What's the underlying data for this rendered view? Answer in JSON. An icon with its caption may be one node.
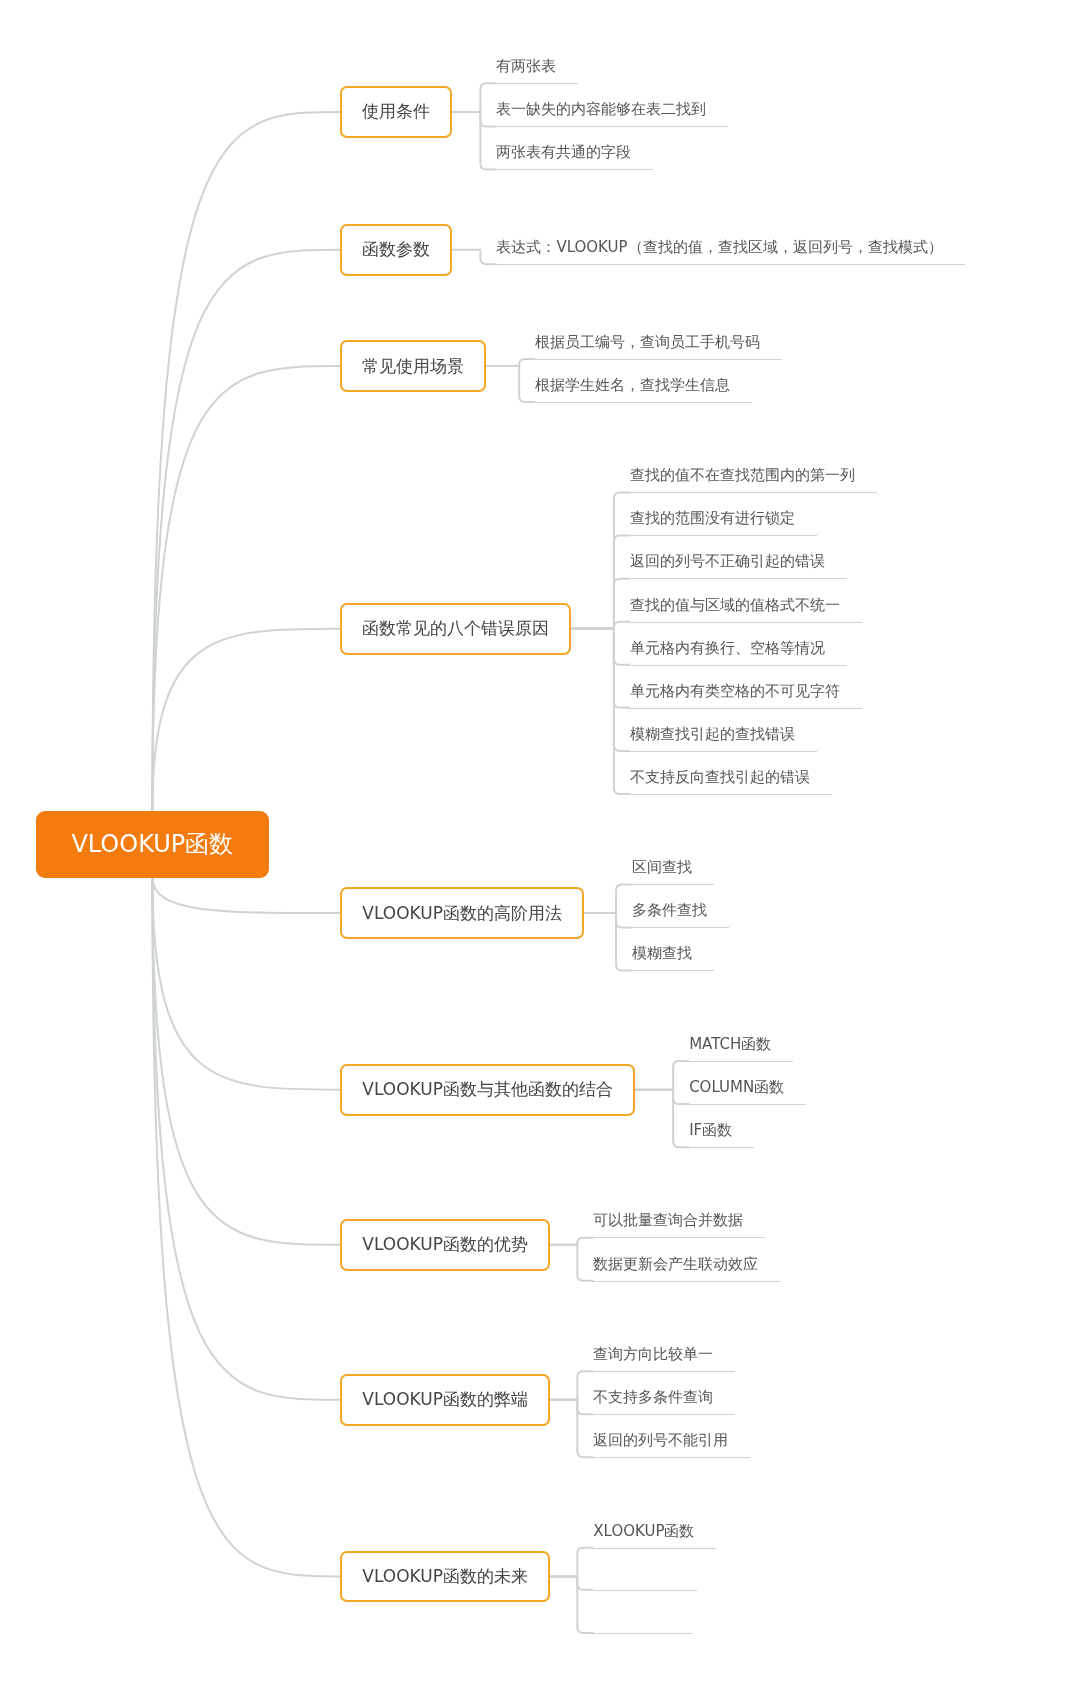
{
  "diagram": {
    "nodes": [
      {
        "text": [
          "VLOOKUP函数"
        ]
      },
      {
        "text": [
          "使用条件"
        ]
      },
      {
        "text": [
          "有两张表"
        ]
      },
      {
        "text": [
          "表一缺失的内容能够在表二找到"
        ]
      },
      {
        "text": [
          "两张表有共通的字段"
        ]
      },
      {
        "text": [
          "函数参数"
        ]
      },
      {
        "text": [
          "表达式：VLOOKUP（查找的值，查找区域，返回列号，查找模式）"
        ]
      },
      {
        "text": [
          "常见使用场景"
        ]
      },
      {
        "text": [
          "根据员工编号，查询员工手机号码"
        ]
      },
      {
        "text": [
          "根据学生姓名，查找学生信息"
        ]
      },
      {
        "text": [
          "函数常见的八个错误原因"
        ]
      },
      {
        "text": [
          "查找的值不在查找范围内的第一列"
        ]
      },
      {
        "text": [
          "查找的范围没有进行锁定"
        ]
      },
      {
        "text": [
          "返回的列号不正确引起的错误"
        ]
      },
      {
        "text": [
          "查找的值与区域的值格式不统一"
        ]
      },
      {
        "text": [
          "单元格内有换行、空格等情况"
        ]
      },
      {
        "text": [
          "单元格内有类空格的不可见字符"
        ]
      },
      {
        "text": [
          "模糊查找引起的查找错误"
        ]
      },
      {
        "text": [
          "不支持反向查找引起的错误"
        ]
      },
      {
        "text": [
          "VLOOKUP函数的高阶用法"
        ]
      },
      {
        "text": [
          "区间查找"
        ]
      },
      {
        "text": [
          "多条件查找"
        ]
      },
      {
        "text": [
          "模糊查找"
        ]
      },
      {
        "text": [
          "VLOOKUP函数与其他函数的结合"
        ]
      },
      {
        "text": [
          "MATCH函数"
        ]
      },
      {
        "text": [
          "COLUMN函数"
        ]
      },
      {
        "text": [
          "IF函数"
        ]
      },
      {
        "text": [
          "VLOOKUP函数的优势"
        ]
      },
      {
        "text": [
          "可以批量查询合并数据"
        ]
      },
      {
        "text": [
          "数据更新会产生联动效应"
        ]
      },
      {
        "text": [
          "VLOOKUP函数的弊端"
        ]
      },
      {
        "text": [
          "查询方向比较单一"
        ]
      },
      {
        "text": [
          "不支持多条件查询"
        ]
      },
      {
        "text": [
          "返回的列号不能引用"
        ]
      },
      {
        "text": [
          "VLOOKUP函数的未来"
        ]
      },
      {
        "text": [
          "XLOOKUP函数"
        ]
      },
      {
        "text": [],
        "shape": "bar"
      },
      {
        "text": [],
        "shape": "bar"
      }
    ],
    "edges": [
      {
        "from": 0,
        "to": 1,
        "arrow": "none"
      },
      {
        "from": 1,
        "to": 2,
        "arrow": "none"
      },
      {
        "from": 1,
        "to": 3,
        "arrow": "none"
      },
      {
        "from": 1,
        "to": 4,
        "arrow": "none"
      },
      {
        "from": 0,
        "to": 5,
        "arrow": "none"
      },
      {
        "from": 5,
        "to": 6,
        "arrow": "none"
      },
      {
        "from": 0,
        "to": 7,
        "arrow": "none"
      },
      {
        "from": 7,
        "to": 8,
        "arrow": "none"
      },
      {
        "from": 7,
        "to": 9,
        "arrow": "none"
      },
      {
        "from": 0,
        "to": 10,
        "arrow": "none"
      },
      {
        "from": 10,
        "to": 11,
        "arrow": "none"
      },
      {
        "from": 10,
        "to": 12,
        "arrow": "none"
      },
      {
        "from": 10,
        "to": 13,
        "arrow": "none"
      },
      {
        "from": 10,
        "to": 14,
        "arrow": "none"
      },
      {
        "from": 10,
        "to": 15,
        "arrow": "none"
      },
      {
        "from": 10,
        "to": 16,
        "arrow": "none"
      },
      {
        "from": 10,
        "to": 17,
        "arrow": "none"
      },
      {
        "from": 10,
        "to": 18,
        "arrow": "none"
      },
      {
        "from": 0,
        "to": 19,
        "arrow": "none"
      },
      {
        "from": 19,
        "to": 20,
        "arrow": "none"
      },
      {
        "from": 19,
        "to": 21,
        "arrow": "none"
      },
      {
        "from": 19,
        "to": 22,
        "arrow": "none"
      },
      {
        "from": 0,
        "to": 23,
        "arrow": "none"
      },
      {
        "from": 23,
        "to": 24,
        "arrow": "none"
      },
      {
        "from": 23,
        "to": 25,
        "arrow": "none"
      },
      {
        "from": 23,
        "to": 26,
        "arrow": "none"
      },
      {
        "from": 0,
        "to": 27,
        "arrow": "none"
      },
      {
        "from": 27,
        "to": 28,
        "arrow": "none"
      },
      {
        "from": 27,
        "to": 29,
        "arrow": "none"
      },
      {
        "from": 0,
        "to": 30,
        "arrow": "none"
      },
      {
        "from": 30,
        "to": 31,
        "arrow": "none"
      },
      {
        "from": 30,
        "to": 32,
        "arrow": "none"
      },
      {
        "from": 30,
        "to": 33,
        "arrow": "none"
      },
      {
        "from": 0,
        "to": 34,
        "arrow": "none"
      },
      {
        "from": 34,
        "to": 35,
        "arrow": "none"
      },
      {
        "from": 34,
        "to": 36,
        "arrow": "none"
      },
      {
        "from": 34,
        "to": 37,
        "arrow": "none"
      }
    ]
  }
}
